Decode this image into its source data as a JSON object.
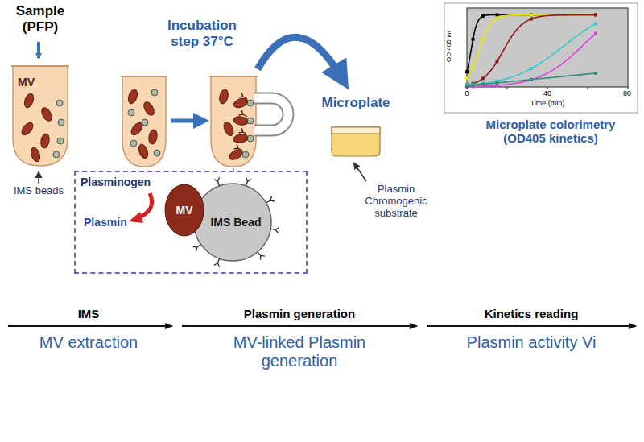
{
  "diagram": {
    "nodes": [
      {
        "text": [
          "MV"
        ]
      },
      {
        "text": [
          "Plasminogen",
          "Plasmin"
        ]
      },
      {
        "text": [
          "MV"
        ],
        "in": 1
      },
      {
        "text": [
          "IMS Bead"
        ],
        "in": 1
      },
      {
        "text": [
          "Microplate"
        ]
      }
    ],
    "labels": [
      "Sample (PFP)",
      "IMS beads",
      "Incubation step 37°C",
      "Plasmin Chromogenic substrate",
      "OD 405nm",
      "Time (min)",
      "0",
      "40",
      "80",
      "Microplate colorimetry (OD405 kinetics)",
      "IMS",
      "MV extraction",
      "Plasmin generation",
      "MV-linked Plasmin generation",
      "Kinetics reading",
      "Plasmin activity Vi"
    ]
  }
}
